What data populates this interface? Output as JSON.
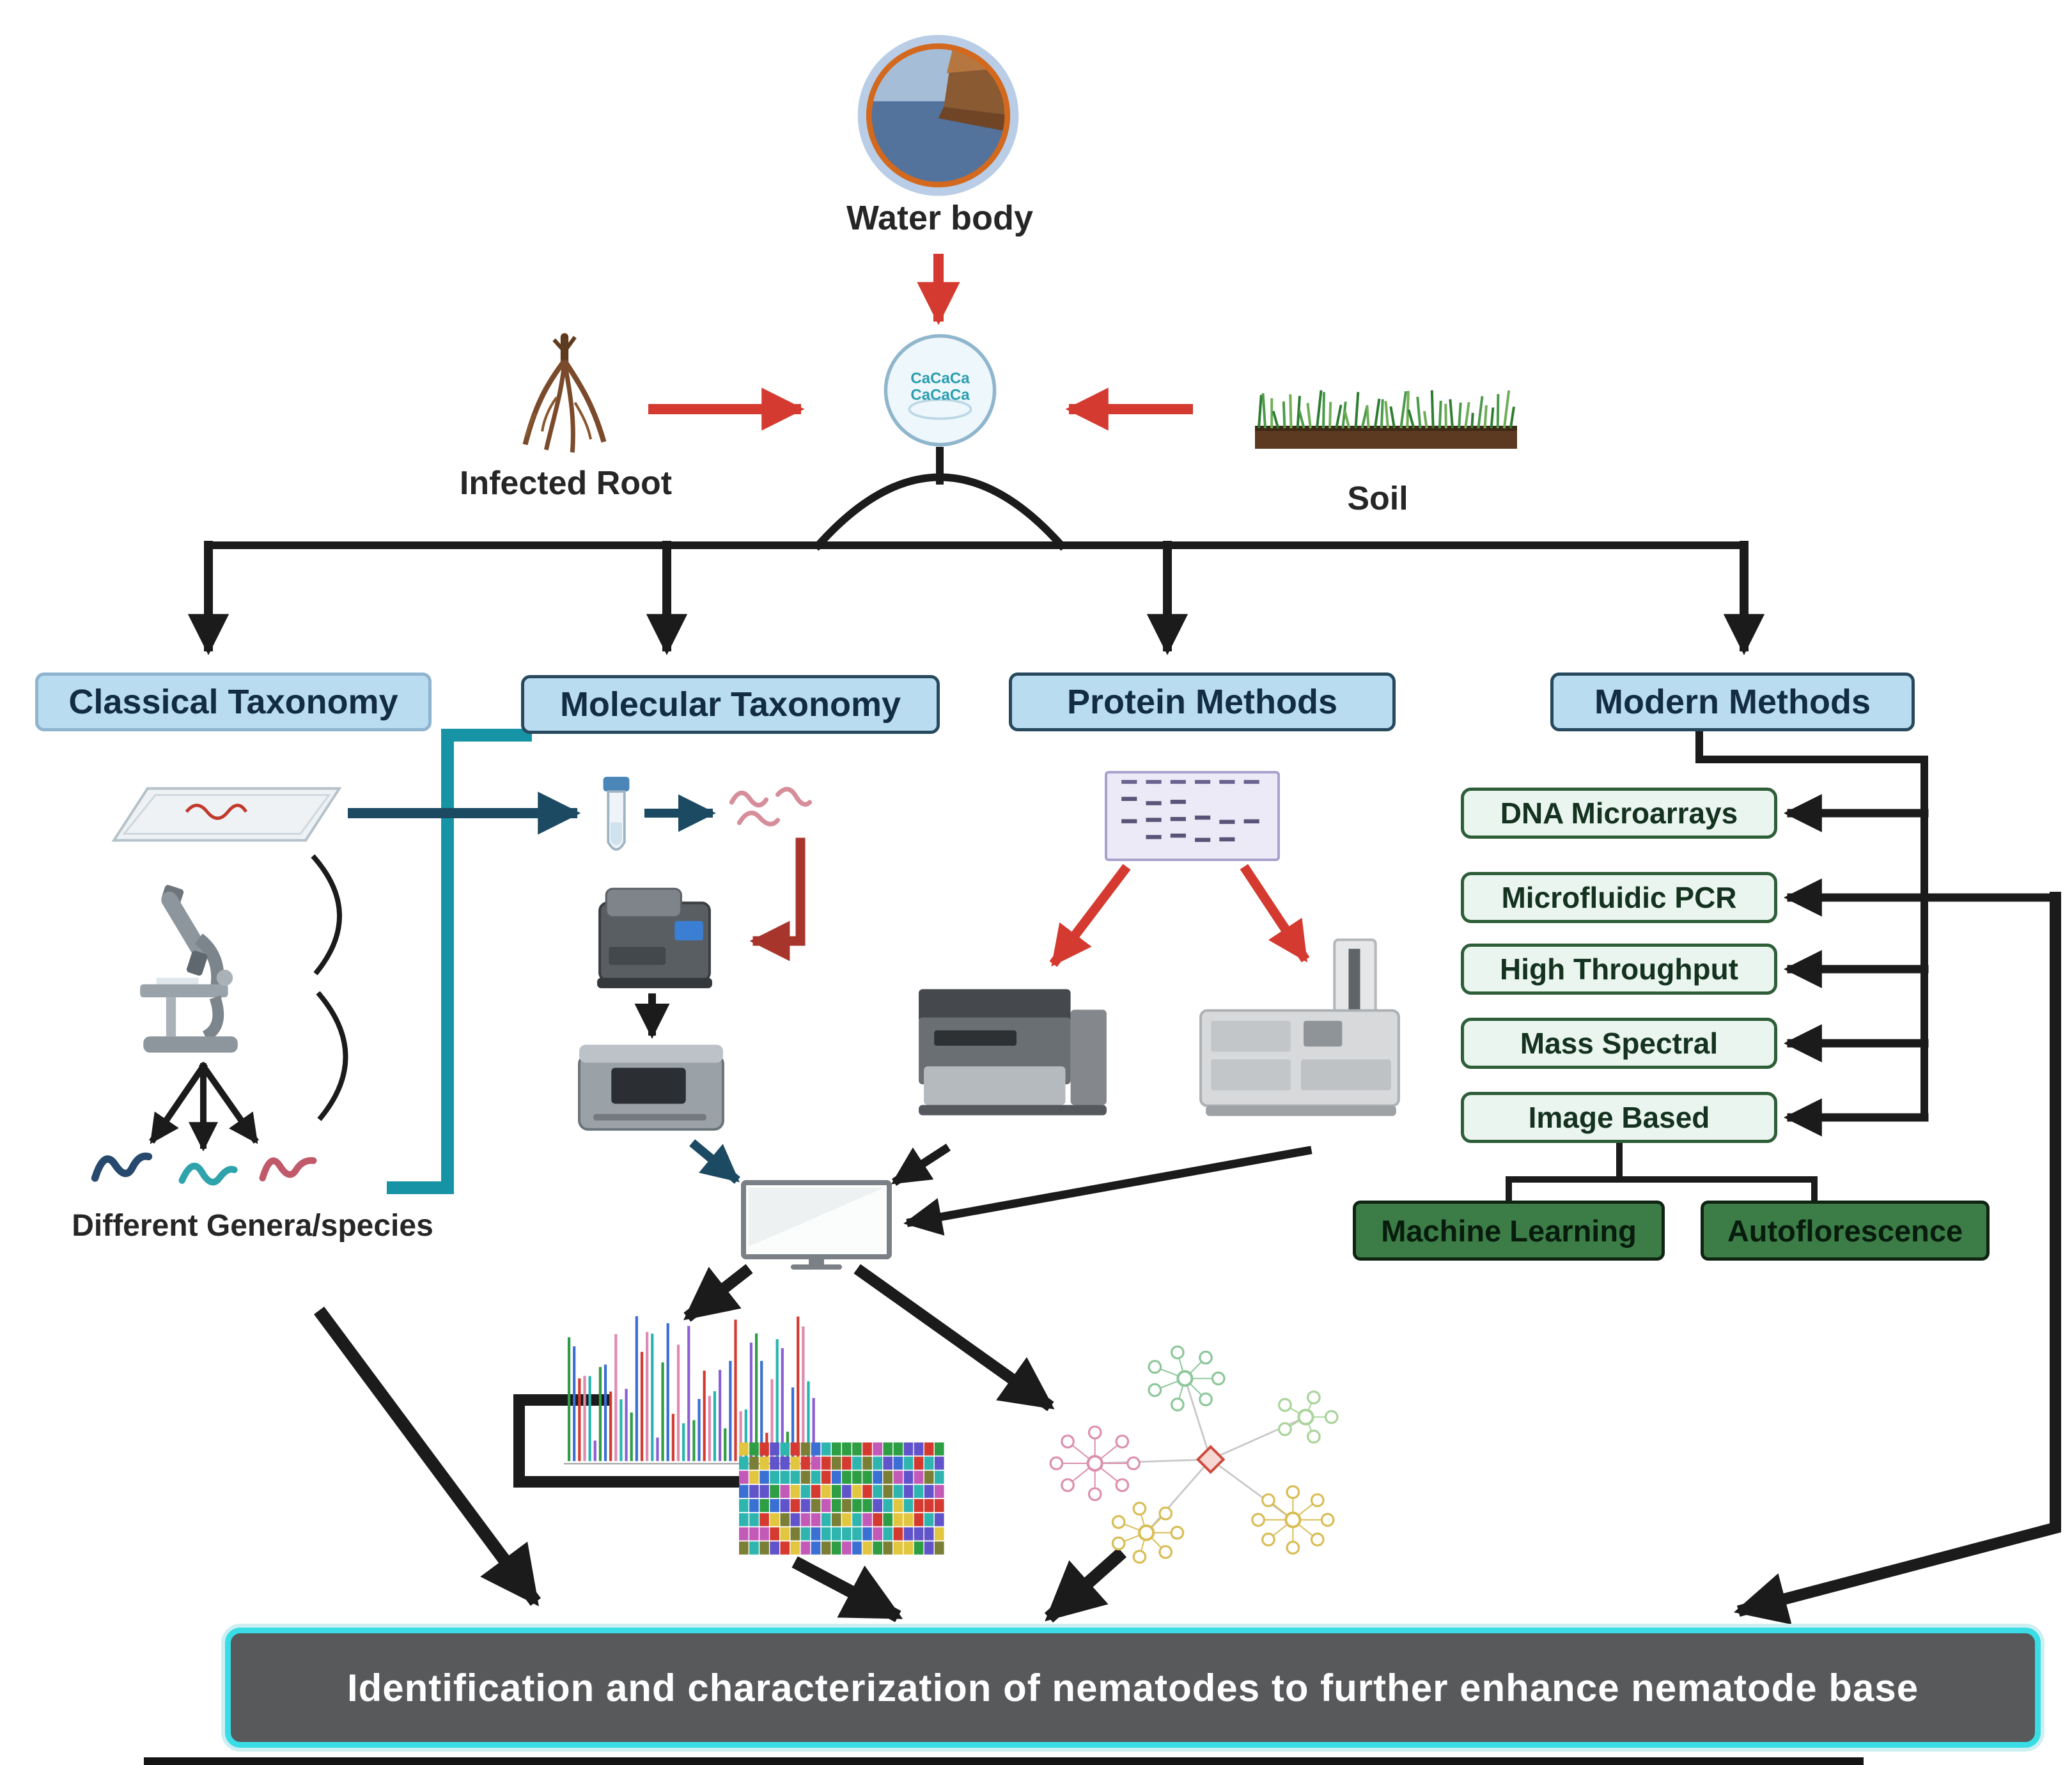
{
  "top": {
    "water_body_label": "Water body",
    "infected_root_label": "Infected Root",
    "soil_label": "Soil",
    "sample_text": "CaCaCa"
  },
  "branches": {
    "classical": "Classical Taxonomy",
    "molecular": "Molecular Taxonomy",
    "protein": "Protein Methods",
    "modern": "Modern Methods"
  },
  "classical": {
    "output_label": "Different Genera/species"
  },
  "modern": {
    "items": [
      "DNA Microarrays",
      "Microfluidic PCR",
      "High Throughput",
      "Mass Spectral",
      "Image Based"
    ],
    "extensions": [
      "Machine Learning",
      "Autoflorescence"
    ]
  },
  "footer": {
    "label": "Identification and characterization of nematodes to further enhance nematode base"
  },
  "icons": [
    "water-body-icon",
    "infected-root-icon",
    "soil-icon",
    "sample-circle-icon",
    "microscope-slide-icon",
    "microscope-icon",
    "nematode-worm-icon",
    "test-tube-icon",
    "nematode-worms-icon",
    "pcr-machine-icon",
    "sequencer-icon",
    "computer-monitor-icon",
    "electrophoresis-gel-icon",
    "mass-spectrometer-icon",
    "hplc-instrument-icon",
    "chromatogram-icon",
    "sequence-alignment-icon",
    "phylogenetic-network-icon"
  ],
  "colors": {
    "branch_box_fill": "#b9dcf0",
    "modern_item_fill": "#e9f5ee",
    "extension_box_fill": "#3c7c46",
    "footer_fill": "#58595b",
    "footer_border": "#38dde6",
    "arrow_black": "#1b1b1b",
    "arrow_red": "#d43a2f",
    "arrow_navy": "#1d4a63",
    "bracket_teal": "#1693a5"
  }
}
